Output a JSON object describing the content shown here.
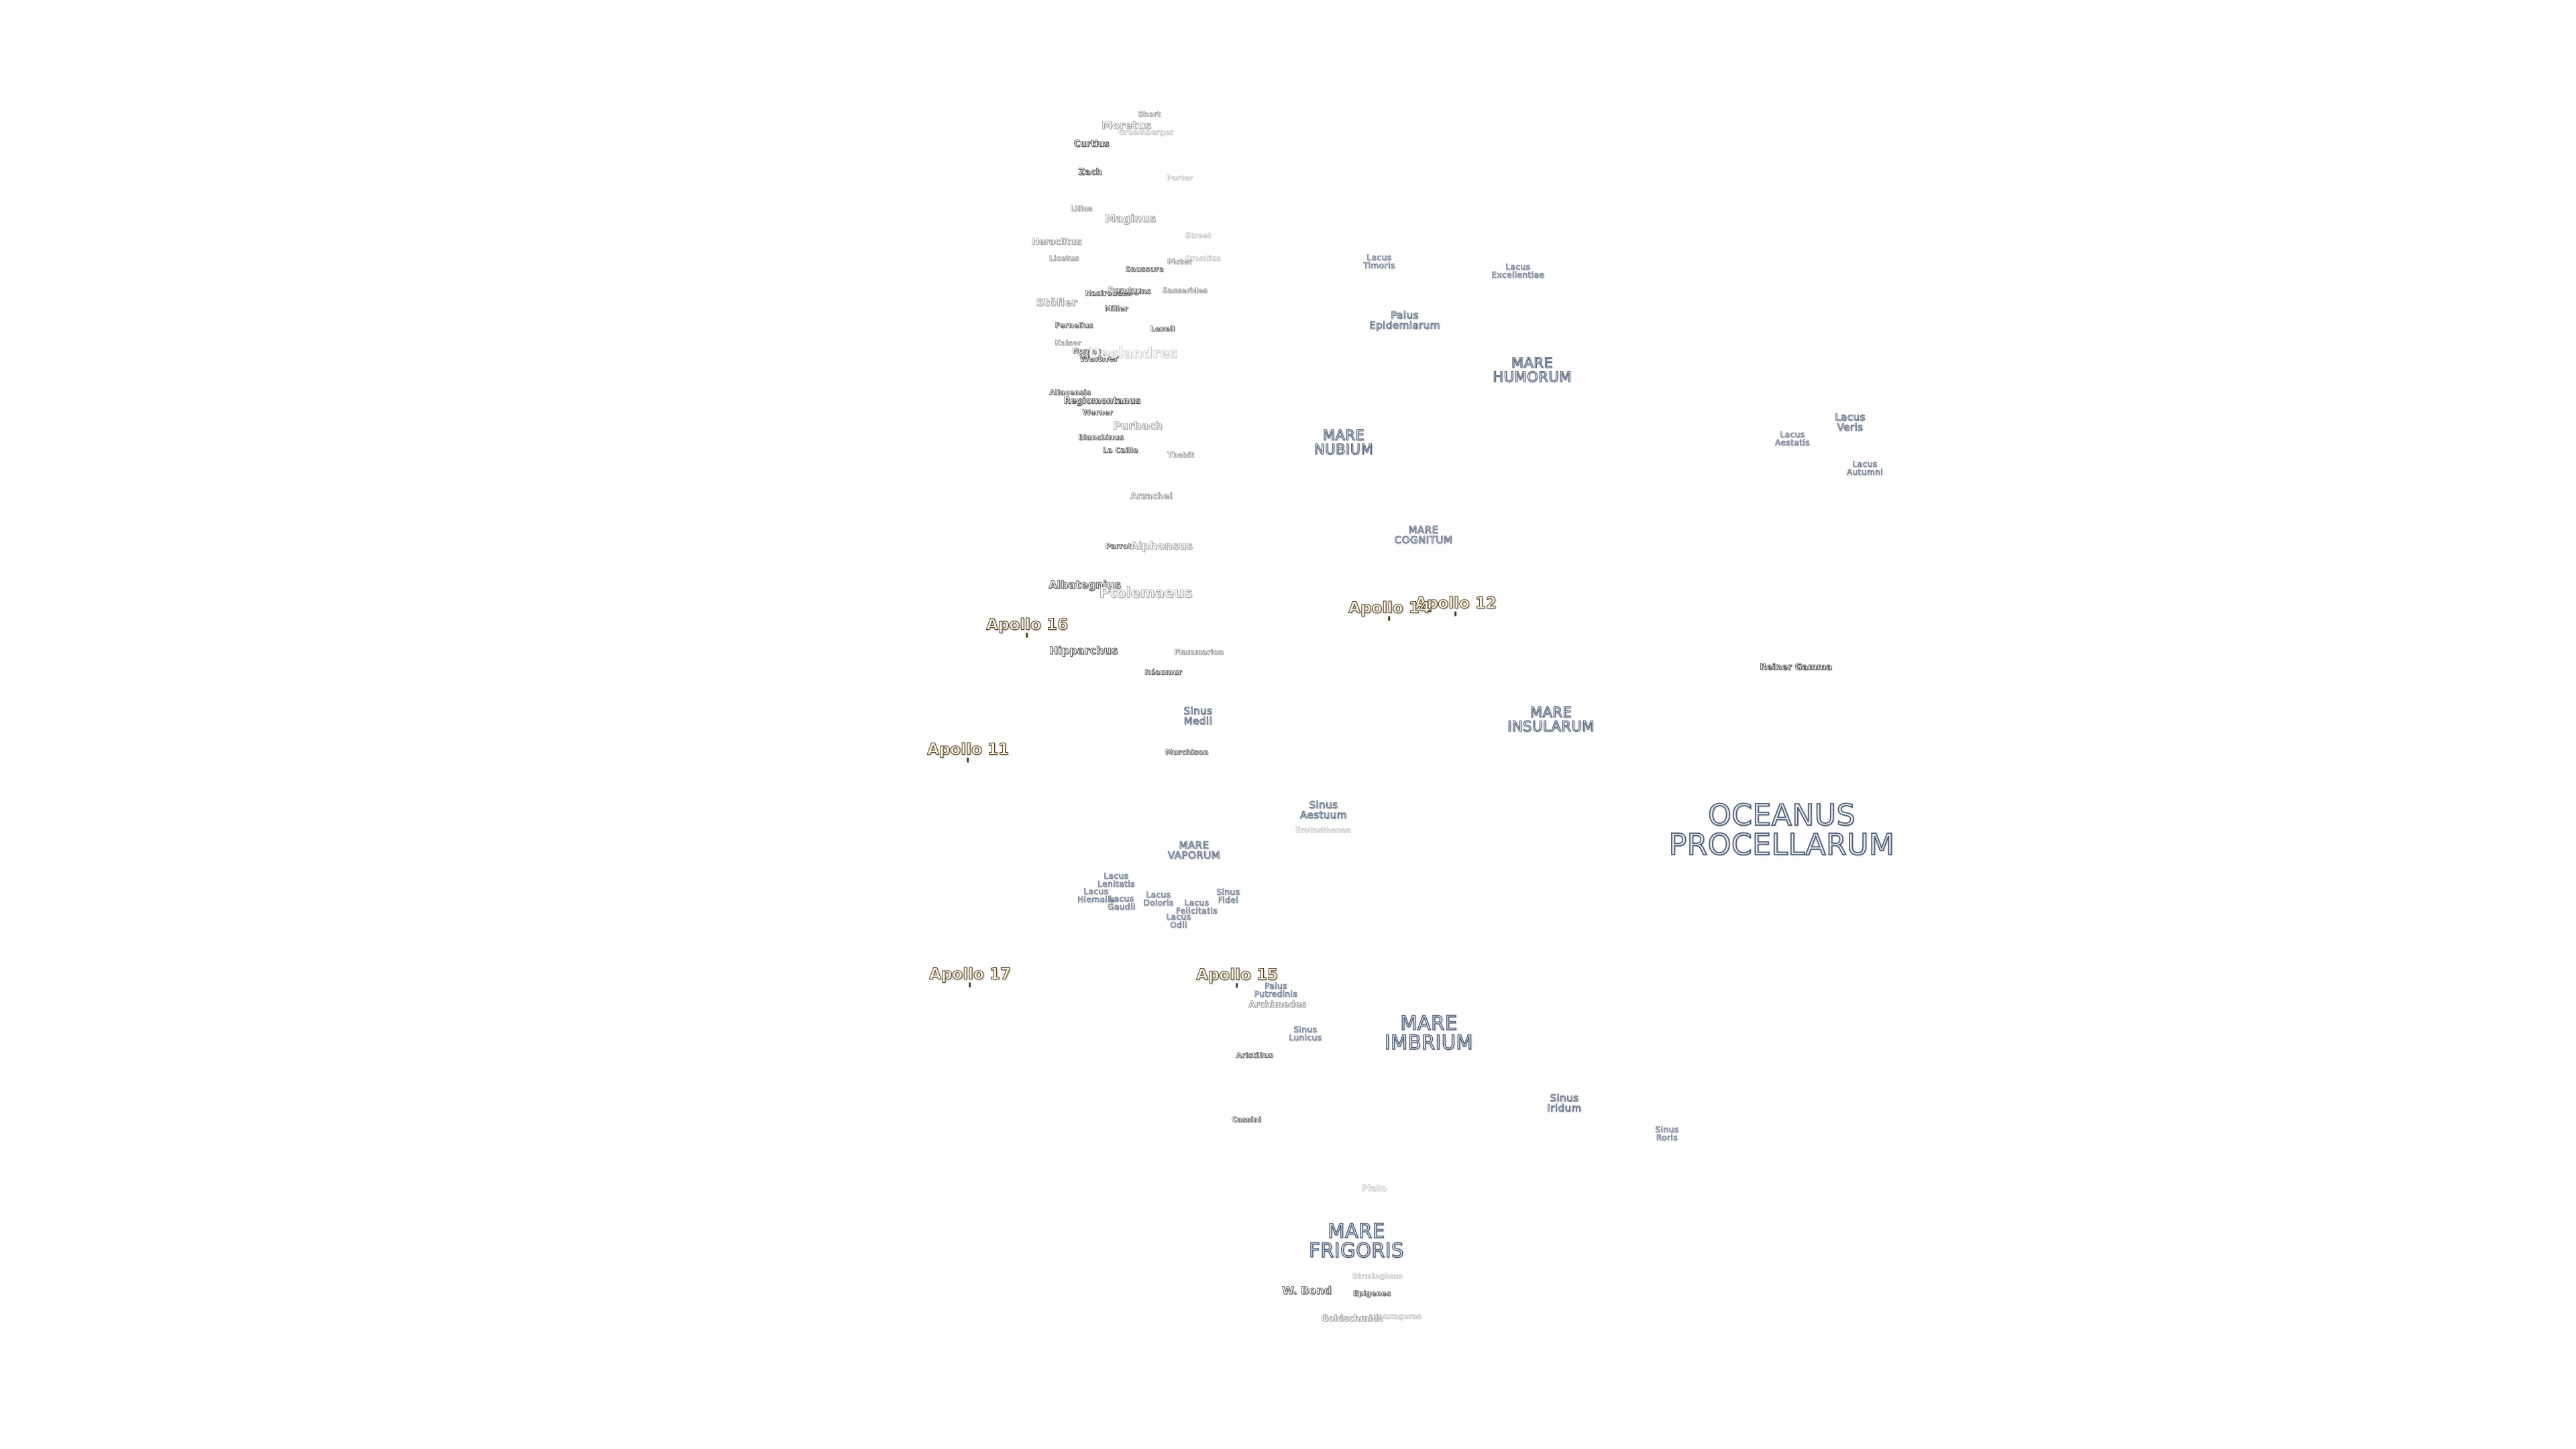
{
  "maria": [
    {
      "id": "oceanus-procellarum",
      "text": "OCEANUS\nPROCELLARUM",
      "size": "big"
    },
    {
      "id": "mare-imbrium",
      "text": "MARE\nIMBRIUM",
      "size": "med"
    },
    {
      "id": "mare-frigoris",
      "text": "MARE\nFRIGORIS",
      "size": "med"
    },
    {
      "id": "mare-nubium",
      "text": "MARE\nNUBIUM",
      "size": "sm"
    },
    {
      "id": "mare-humorum",
      "text": "MARE\nHUMORUM",
      "size": "sm"
    },
    {
      "id": "mare-insularum",
      "text": "MARE\nINSULARUM",
      "size": "sm"
    },
    {
      "id": "mare-cognitum",
      "text": "MARE\nCOGNITUM",
      "size": "xs"
    },
    {
      "id": "mare-vaporum",
      "text": "MARE\nVAPORUM",
      "size": "xs"
    },
    {
      "id": "palus-epidemiarum",
      "text": "Palus\nEpidemiarum",
      "size": "xs"
    },
    {
      "id": "lacus-veris",
      "text": "Lacus\nVeris",
      "size": "xs"
    },
    {
      "id": "sinus-medii",
      "text": "Sinus\nMedii",
      "size": "xs"
    },
    {
      "id": "sinus-aestuum",
      "text": "Sinus\nAestuum",
      "size": "xs"
    },
    {
      "id": "sinus-iridum",
      "text": "Sinus\nIridum",
      "size": "xs"
    },
    {
      "id": "lacus-timoris",
      "text": "Lacus\nTimoris",
      "size": "xxs"
    },
    {
      "id": "lacus-excellentiae",
      "text": "Lacus\nExcellentiae",
      "size": "xxs"
    },
    {
      "id": "lacus-autumni",
      "text": "Lacus\nAutumni",
      "size": "xxs"
    },
    {
      "id": "lacus-aestatis",
      "text": "Lacus\nAestatis",
      "size": "xxs"
    },
    {
      "id": "sinus-roris",
      "text": "Sinus\nRoris",
      "size": "xxs"
    },
    {
      "id": "palus-putredinis",
      "text": "Palus\nPutredinis",
      "size": "xxs"
    },
    {
      "id": "sinus-lunicus",
      "text": "Sinus\nLunicus",
      "size": "xxs"
    },
    {
      "id": "sinus-fidei",
      "text": "Sinus\nFidei",
      "size": "xxs"
    },
    {
      "id": "lacus-doloris",
      "text": "Lacus\nDoloris",
      "size": "xxs"
    },
    {
      "id": "lacus-gaudii",
      "text": "Lacus\nGaudii",
      "size": "xxs"
    },
    {
      "id": "lacus-odii",
      "text": "Lacus\nOdii",
      "size": "xxs"
    },
    {
      "id": "lacus-lenitatis",
      "text": "Lacus\nLenitatis",
      "size": "xxs"
    },
    {
      "id": "lacus-hiemalis",
      "text": "Lacus\nHiemalis",
      "size": "xxs"
    },
    {
      "id": "lacus-felicitatis",
      "text": "Lacus\nFelicitatis",
      "size": "xxs"
    }
  ],
  "craters": [
    {
      "id": "short",
      "text": "Short",
      "size": "xs",
      "tone": "mid"
    },
    {
      "id": "moretus",
      "text": "Moretus",
      "size": "m",
      "tone": "mid"
    },
    {
      "id": "gruemberger",
      "text": "Gruemberger",
      "size": "xs",
      "tone": "faint"
    },
    {
      "id": "curtius",
      "text": "Curtius",
      "size": "s"
    },
    {
      "id": "zach",
      "text": "Zach",
      "size": "s"
    },
    {
      "id": "porter",
      "text": "Porter",
      "size": "xs",
      "tone": "faint"
    },
    {
      "id": "lilius",
      "text": "Lilius",
      "size": "xs",
      "tone": "mid"
    },
    {
      "id": "maginus",
      "text": "Maginus",
      "size": "m",
      "tone": "mid"
    },
    {
      "id": "heraclitus",
      "text": "Heraclitus",
      "size": "s",
      "tone": "mid"
    },
    {
      "id": "street",
      "text": "Street",
      "size": "xs",
      "tone": "faint"
    },
    {
      "id": "licetus",
      "text": "Licetus",
      "size": "xs",
      "tone": "mid"
    },
    {
      "id": "saussure",
      "text": "Saussure",
      "size": "xs"
    },
    {
      "id": "pictet",
      "text": "Pictet",
      "size": "xs",
      "tone": "mid"
    },
    {
      "id": "orontius",
      "text": "Orontius",
      "size": "xs",
      "tone": "faint"
    },
    {
      "id": "nasireddin",
      "text": "Nasireddin",
      "size": "xs"
    },
    {
      "id": "huggins",
      "text": "Huggins",
      "size": "xs"
    },
    {
      "id": "sasserides",
      "text": "Sasserides",
      "size": "xs",
      "tone": "mid"
    },
    {
      "id": "stofler",
      "text": "Stöfler",
      "size": "m",
      "tone": "mid"
    },
    {
      "id": "miller",
      "text": "Miller",
      "size": "xs"
    },
    {
      "id": "faraday",
      "text": "Faraday",
      "size": "xs",
      "tone": "mid"
    },
    {
      "id": "fernelius",
      "text": "Fernelius",
      "size": "xs"
    },
    {
      "id": "lexell",
      "text": "Lexell",
      "size": "xs"
    },
    {
      "id": "kaiser",
      "text": "Kaiser",
      "size": "xs",
      "tone": "mid"
    },
    {
      "id": "nonius",
      "text": "Nonius",
      "size": "xs"
    },
    {
      "id": "walther",
      "text": "Walther",
      "size": "s"
    },
    {
      "id": "deslandres",
      "text": "Deslandres",
      "size": "l",
      "tone": "faint"
    },
    {
      "id": "aliacensis",
      "text": "Aliacensis",
      "size": "xs"
    },
    {
      "id": "regiomontanus",
      "text": "Regiomontanus",
      "size": "s"
    },
    {
      "id": "werner",
      "text": "Werner",
      "size": "xs"
    },
    {
      "id": "purbach",
      "text": "Purbach",
      "size": "m",
      "tone": "mid"
    },
    {
      "id": "blanchinus",
      "text": "Blanchinus",
      "size": "xs"
    },
    {
      "id": "la-caille",
      "text": "La Caille",
      "size": "xs"
    },
    {
      "id": "thebit",
      "text": "Thebit",
      "size": "xs",
      "tone": "mid"
    },
    {
      "id": "arzachel",
      "text": "Arzachel",
      "size": "s",
      "tone": "mid"
    },
    {
      "id": "parrot",
      "text": "Parrot",
      "size": "xs"
    },
    {
      "id": "alphonsus",
      "text": "Alphonsus",
      "size": "m",
      "tone": "mid"
    },
    {
      "id": "albategnius",
      "text": "Albategnius",
      "size": "m"
    },
    {
      "id": "ptolemaeus",
      "text": "Ptolemaeus",
      "size": "l",
      "tone": "mid"
    },
    {
      "id": "hipparchus",
      "text": "Hipparchus",
      "size": "m"
    },
    {
      "id": "flammarion",
      "text": "Flammarion",
      "size": "xs",
      "tone": "mid"
    },
    {
      "id": "reaumur",
      "text": "Réaumur",
      "size": "xs"
    },
    {
      "id": "murchison",
      "text": "Murchison",
      "size": "xs"
    },
    {
      "id": "reiner-gamma",
      "text": "Reiner Gamma",
      "size": "s"
    },
    {
      "id": "eratosthenes",
      "text": "Eratosthenes",
      "size": "xs",
      "tone": "faint"
    },
    {
      "id": "archimedes",
      "text": "Archimedes",
      "size": "s",
      "tone": "mid"
    },
    {
      "id": "aristillus",
      "text": "Aristillus",
      "size": "xs"
    },
    {
      "id": "cassini",
      "text": "Cassini",
      "size": "xs"
    },
    {
      "id": "plato",
      "text": "Plato",
      "size": "s",
      "tone": "faint"
    },
    {
      "id": "birmingham",
      "text": "Birmingham",
      "size": "xs",
      "tone": "faint"
    },
    {
      "id": "w-bond",
      "text": "W. Bond",
      "size": "m"
    },
    {
      "id": "epigenes",
      "text": "Epigenes",
      "size": "xs"
    },
    {
      "id": "goldschmidt",
      "text": "Goldschmidt",
      "size": "s",
      "tone": "mid"
    },
    {
      "id": "anaxagoras",
      "text": "Anaxagoras",
      "size": "xs",
      "tone": "faint"
    }
  ],
  "apollo_sites": [
    {
      "id": "apollo-11",
      "text": "Apollo 11"
    },
    {
      "id": "apollo-12",
      "text": "Apollo 12"
    },
    {
      "id": "apollo-14",
      "text": "Apollo 14"
    },
    {
      "id": "apollo-15",
      "text": "Apollo 15"
    },
    {
      "id": "apollo-16",
      "text": "Apollo 16"
    },
    {
      "id": "apollo-17",
      "text": "Apollo 17"
    }
  ]
}
